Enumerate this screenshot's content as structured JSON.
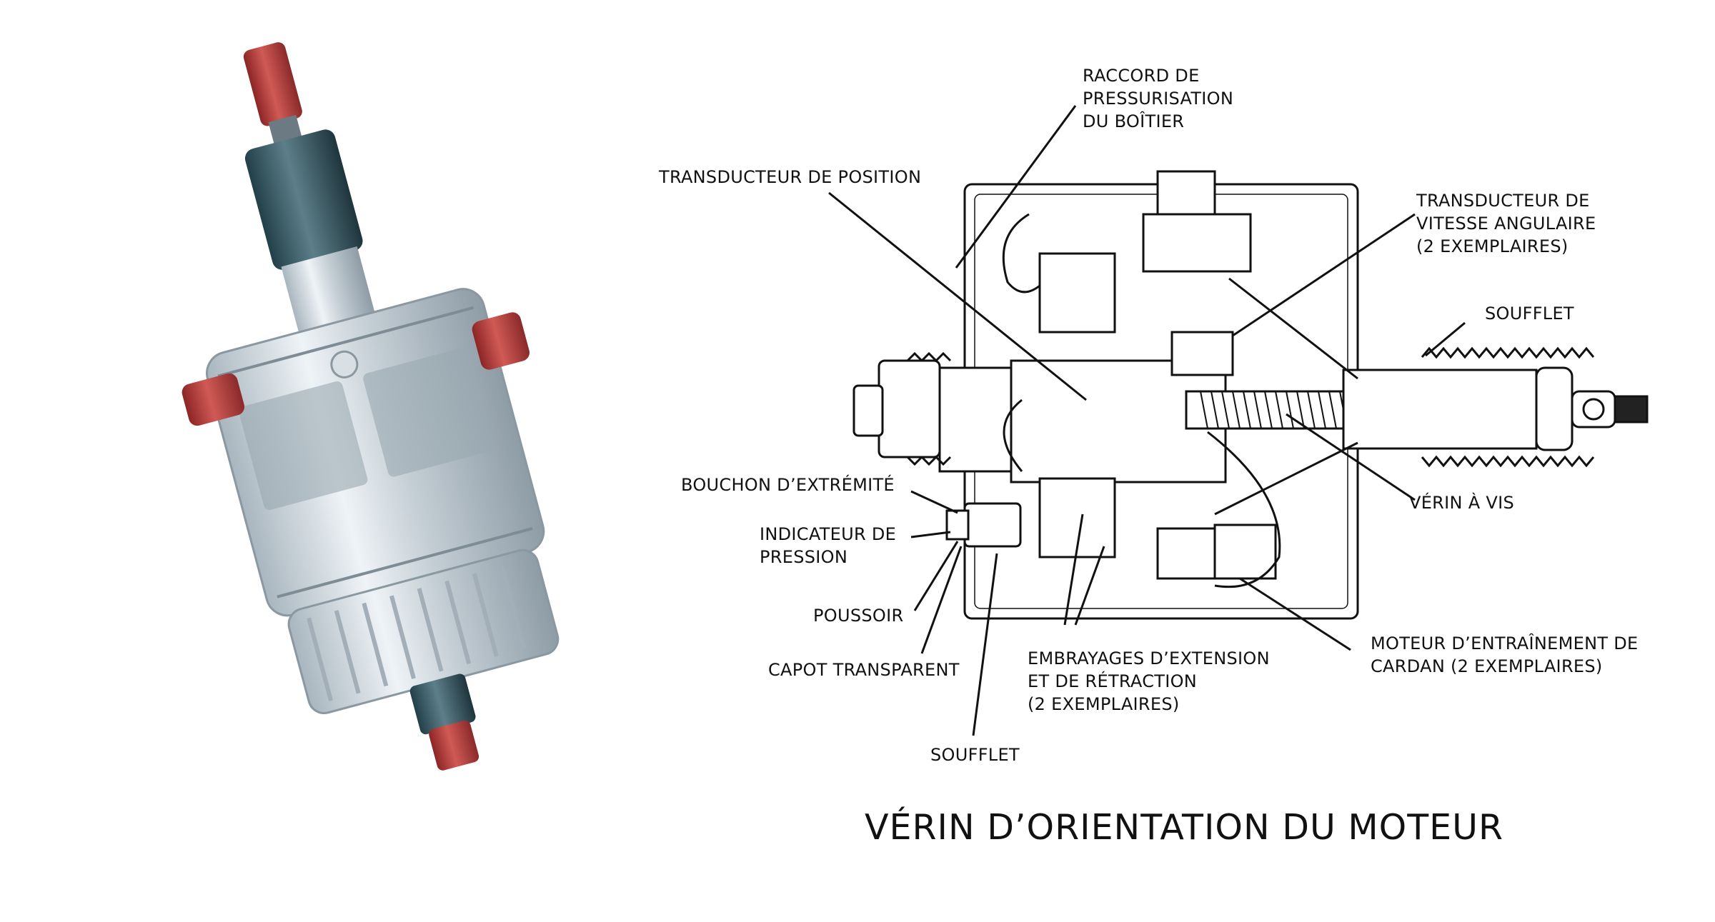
{
  "title": "VÉRIN D’ORIENTATION DU MOTEUR",
  "labels": {
    "raccord": "RACCORD DE\nPRESSURISATION\nDU BOÎTIER",
    "transducteur_position": "TRANSDUCTEUR DE POSITION",
    "transducteur_vitesse": "TRANSDUCTEUR DE\nVITESSE ANGULAIRE\n(2 EXEMPLAIRES)",
    "soufflet_right": "SOUFFLET",
    "verin_vis": "VÉRIN À VIS",
    "bouchon": "BOUCHON D’EXTRÉMITÉ",
    "indicateur": "INDICATEUR DE\nPRESSION",
    "poussoir": "POUSSOIR",
    "capot": "CAPOT TRANSPARENT",
    "soufflet_bottom": "SOUFFLET",
    "embrayages": "EMBRAYAGES D’EXTENSION\nET DE RÉTRACTION\n(2 EXEMPLAIRES)",
    "moteur": "MOTEUR D’ENTRAÎNEMENT DE\nCARDAN (2 EXEMPLAIRES)"
  },
  "colors": {
    "ink": "#111111",
    "cap_red": "#b5393a",
    "body_metal": "#c9d3da",
    "dark_teal": "#2f4f5a"
  }
}
